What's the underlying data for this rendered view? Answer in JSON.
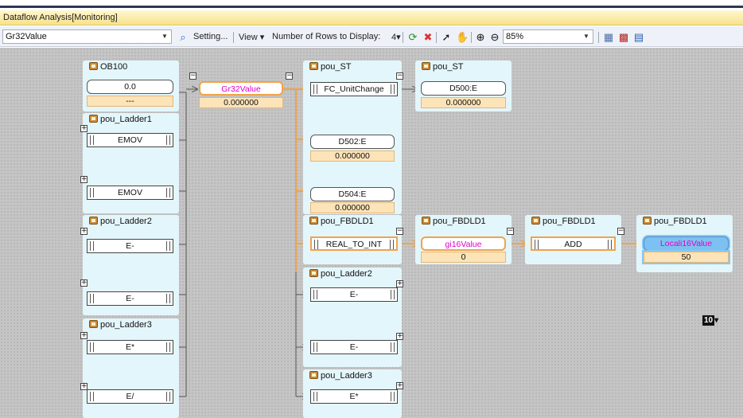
{
  "window": {
    "title": "Dataflow Analysis[Monitoring]"
  },
  "toolbar": {
    "variable_value": "Gr32Value",
    "setting_label": "Setting...",
    "view_label": "View",
    "rows_label": "Number of Rows to Display:",
    "rows_value": "4",
    "zoom_value": "85%"
  },
  "graph": {
    "ob100": {
      "title": "OB100",
      "node": "0.0",
      "value": "---"
    },
    "pou_ladder1": {
      "title": "pou_Ladder1",
      "blocks": [
        "EMOV",
        "EMOV"
      ]
    },
    "pou_ladder2_left": {
      "title": "pou_Ladder2",
      "blocks": [
        "E-",
        "E-"
      ]
    },
    "pou_ladder3_left": {
      "title": "pou_Ladder3",
      "blocks": [
        "E*",
        "E/"
      ]
    },
    "center": {
      "node": "Gr32Value",
      "value": "0.000000"
    },
    "pou_st_a": {
      "title": "pou_ST",
      "block": "FC_UnitChange",
      "d502": "D502:E",
      "d502_value": "0.000000",
      "d504": "D504:E",
      "d504_value": "0.000000"
    },
    "pou_st_b": {
      "title": "pou_ST",
      "node": "D500:E",
      "value": "0.000000"
    },
    "pou_fbdld1_a": {
      "title": "pou_FBDLD1",
      "block": "REAL_TO_INT"
    },
    "pou_ladder2_mid": {
      "title": "pou_Ladder2",
      "blocks": [
        "E-",
        "E-"
      ]
    },
    "pou_ladder3_mid": {
      "title": "pou_Ladder3",
      "blocks": [
        "E*"
      ]
    },
    "pou_fbdld1_b": {
      "title": "pou_FBDLD1",
      "node": "gi16Value",
      "value": "0"
    },
    "pou_fbdld1_c": {
      "title": "pou_FBDLD1",
      "block": "ADD"
    },
    "pou_fbdld1_d": {
      "title": "pou_FBDLD1",
      "node": "Locali16Value",
      "value": "50"
    },
    "badge": "10"
  },
  "colors": {
    "highlight": "#f0a34a",
    "panel": "#e3f6fb",
    "value_bg": "#fde3b8",
    "selected_node": "#7dc1f2"
  }
}
